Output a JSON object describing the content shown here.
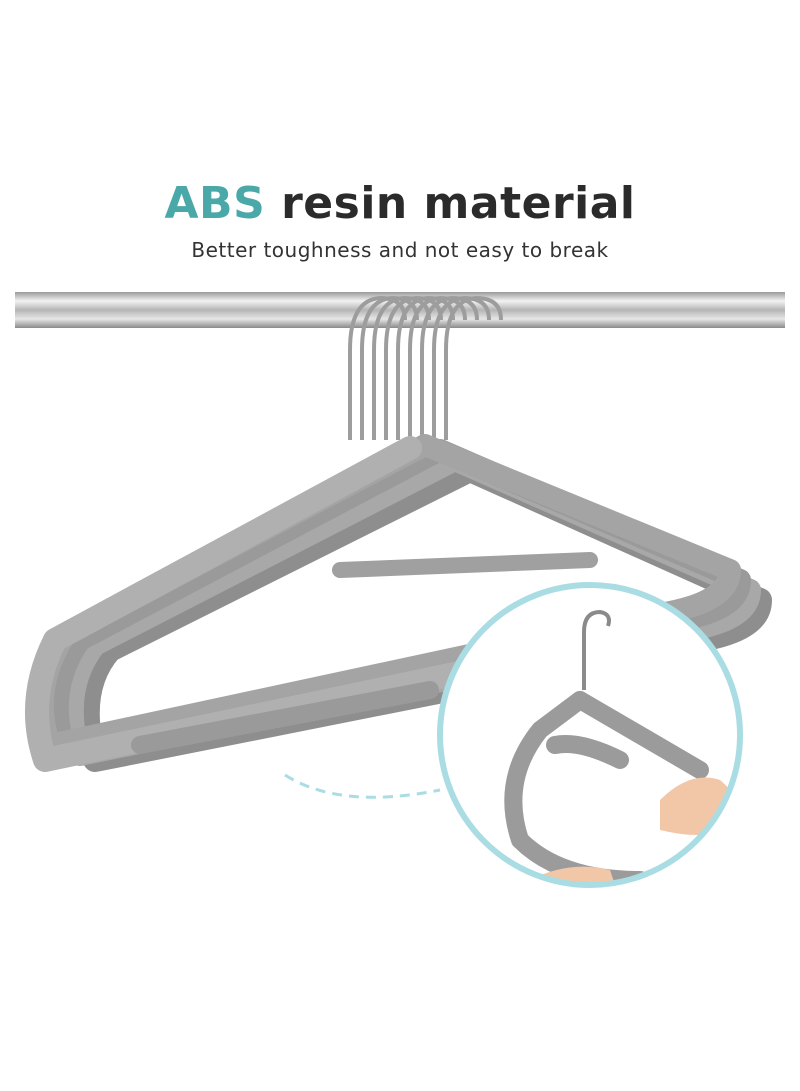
{
  "headline": {
    "accent": "ABS",
    "rest": " resin material"
  },
  "subheadline": "Better toughness and not easy to break",
  "colors": {
    "accent": "#4aa8a8",
    "headline_text": "#2b2b2b",
    "hanger_gray": "#9a9a9a",
    "circle_border": "#a9dde3",
    "chrome": "#c8c8c8"
  },
  "icons": [
    "clothes-rail",
    "hanger-stack",
    "detail-circle",
    "hand"
  ]
}
